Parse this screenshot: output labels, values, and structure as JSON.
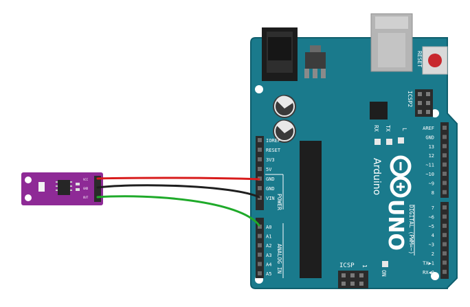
{
  "board": {
    "reset_label": "RESET",
    "icsp2_label": "ICSP2",
    "icsp_label": "ICSP",
    "icsp_pin1": "1",
    "rx_label": "RX",
    "tx_label": "TX",
    "l_label": "L",
    "on_label": "ON",
    "brand": "Arduino",
    "model": "UNO",
    "power_section": "POWER",
    "analog_section": "ANALOG IN",
    "digital_section": "DIGITAL (PWM=~)",
    "power_pins": [
      "IOREF",
      "RESET",
      "3V3",
      "5V",
      "GND",
      "GND",
      "VIN"
    ],
    "analog_pins": [
      "A0",
      "A1",
      "A2",
      "A3",
      "A4",
      "A5"
    ],
    "digital_top": [
      "AREF",
      "GND",
      "13",
      "12",
      "~11",
      "~10",
      "~9",
      "8"
    ],
    "digital_bottom": [
      "7",
      "~6",
      "~5",
      "4",
      "~3",
      "2",
      "TX▶1",
      "RX◀0"
    ]
  },
  "sensor": {
    "pin_labels": [
      "VCC",
      "GND",
      "OUT"
    ]
  },
  "colors": {
    "board": "#1a7a8c",
    "board_edge": "#0f5e6d",
    "header": "#2b2b2b",
    "sensor": "#8e2a96",
    "wire_power": "#d81b1b",
    "wire_ground": "#1f1f1f",
    "wire_signal": "#1faa2a",
    "reset_button": "#c8282e"
  }
}
